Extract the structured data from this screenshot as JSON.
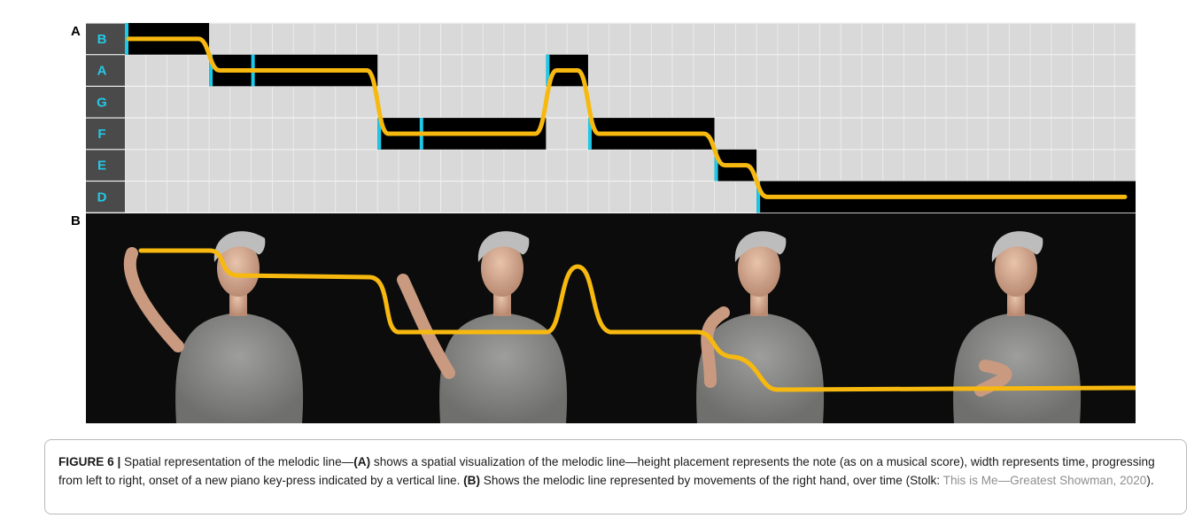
{
  "panel_a_label": "A",
  "panel_b_label": "B",
  "piano_roll": {
    "note_labels": [
      "B",
      "A",
      "G",
      "F",
      "E",
      "D"
    ],
    "colors": {
      "background": "#d9d9d9",
      "label_cell": "#4a4a4a",
      "label_text": "#23c8e6",
      "note_block": "#000000",
      "onset_marker": "#1ec8e8",
      "melody_line": "#f7b90f"
    },
    "notes": [
      {
        "pitch": "B",
        "start": 0,
        "end": 2
      },
      {
        "pitch": "A",
        "start": 2,
        "end": 6
      },
      {
        "pitch": "F",
        "start": 6,
        "end": 10
      },
      {
        "pitch": "A",
        "start": 10,
        "end": 11
      },
      {
        "pitch": "F",
        "start": 11,
        "end": 14
      },
      {
        "pitch": "E",
        "start": 14,
        "end": 15
      },
      {
        "pitch": "D",
        "start": 15,
        "end": 24
      }
    ],
    "onsets": [
      0,
      2,
      3,
      6,
      7,
      10,
      11,
      14,
      15
    ]
  },
  "caption": {
    "label": "FIGURE 6 |",
    "intro": " Spatial representation of the melodic line—",
    "a_ref": "(A)",
    "a_text": " shows a spatial visualization of the melodic line—height placement represents the note (as on a musical score), width represents time, progressing from left to right, onset of a new piano key-press indicated by a vertical line. ",
    "b_ref": "(B)",
    "b_text": " Shows the melodic line represented by movements of the right hand, over time (Stolk: ",
    "link_text": "This is Me—Greatest Showman, 2020",
    "end": ")."
  }
}
